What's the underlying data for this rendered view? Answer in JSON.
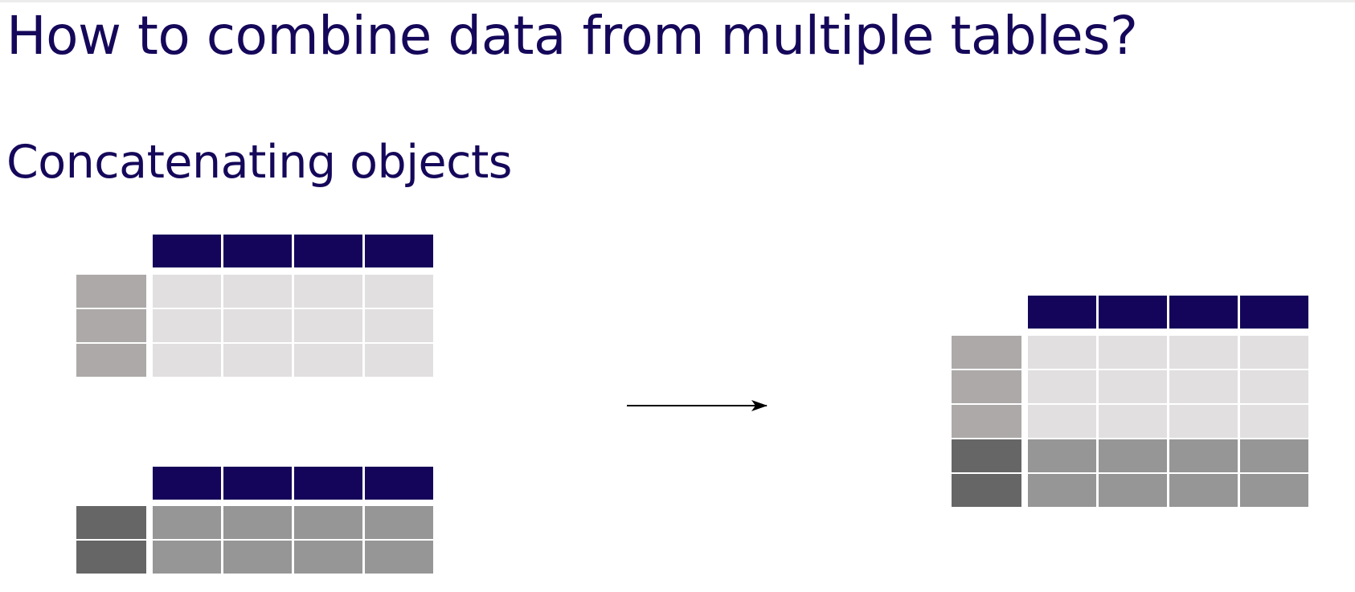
{
  "slide": {
    "title": "How to combine data from multiple tables?",
    "subtitle": "Concatenating objects"
  },
  "diagram": {
    "colors": {
      "header": "#15055a",
      "index_light": "#aca9a8",
      "cell_light": "#e1dfdf",
      "index_dark": "#666666",
      "cell_dark": "#969696",
      "arrow": "#000000"
    },
    "table_a": {
      "columns": 4,
      "rows": 3,
      "shade": "light"
    },
    "table_b": {
      "columns": 4,
      "rows": 2,
      "shade": "dark"
    },
    "result": {
      "columns": 4,
      "rows_light": 3,
      "rows_dark": 2
    }
  }
}
